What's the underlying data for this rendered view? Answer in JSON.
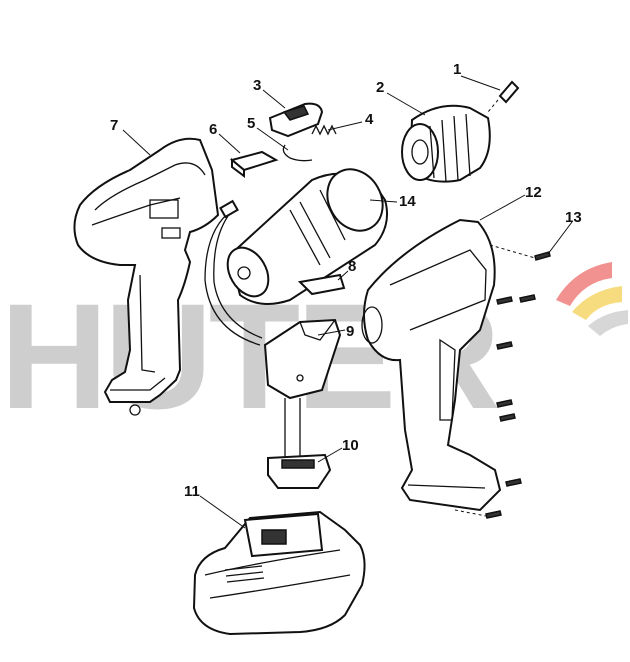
{
  "watermark": {
    "text": "HUTER",
    "accent_colors": [
      "#e53935",
      "#f4d35e",
      "#bdbdbd"
    ]
  },
  "callouts": [
    {
      "id": "1",
      "label": "1"
    },
    {
      "id": "2",
      "label": "2"
    },
    {
      "id": "3",
      "label": "3"
    },
    {
      "id": "4",
      "label": "4"
    },
    {
      "id": "5",
      "label": "5"
    },
    {
      "id": "6",
      "label": "6"
    },
    {
      "id": "7",
      "label": "7"
    },
    {
      "id": "8",
      "label": "8"
    },
    {
      "id": "9",
      "label": "9"
    },
    {
      "id": "10",
      "label": "10"
    },
    {
      "id": "11",
      "label": "11"
    },
    {
      "id": "12",
      "label": "12"
    },
    {
      "id": "13",
      "label": "13"
    },
    {
      "id": "14",
      "label": "14"
    }
  ]
}
